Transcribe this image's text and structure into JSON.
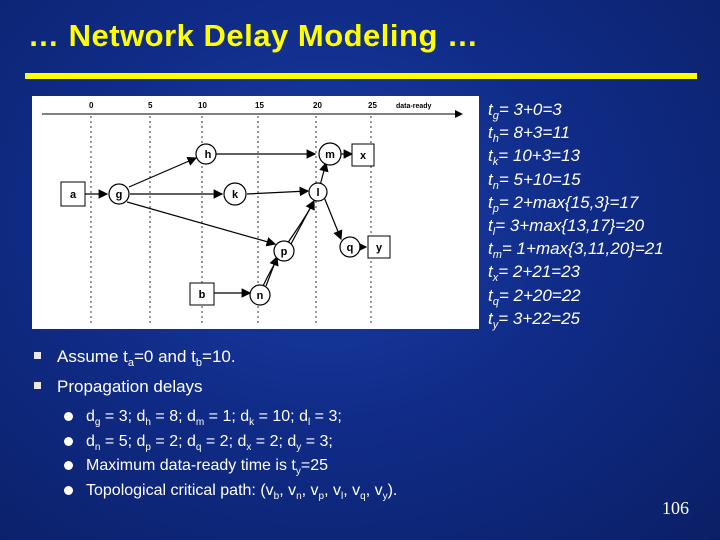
{
  "slide": {
    "title": "… Network Delay Modeling …",
    "page_number": "106"
  },
  "diagram": {
    "axis_ticks": [
      "0",
      "5",
      "10",
      "15",
      "20",
      "25"
    ],
    "axis_label": "data-ready",
    "nodes": {
      "a": "a",
      "b": "b",
      "g": "g",
      "h": "h",
      "k": "k",
      "n": "n",
      "p": "p",
      "l": "l",
      "m": "m",
      "x": "x",
      "q": "q",
      "y": "y"
    }
  },
  "equations": [
    {
      "var": "t",
      "sub": "g",
      "expr": "= 3+0=3"
    },
    {
      "var": "t",
      "sub": "h",
      "expr": "= 8+3=11"
    },
    {
      "var": "t",
      "sub": "k",
      "expr": "= 10+3=13"
    },
    {
      "var": "t",
      "sub": "n",
      "expr": "= 5+10=15"
    },
    {
      "var": "t",
      "sub": "p",
      "expr": "= 2+max{15,3}=17"
    },
    {
      "var": "t",
      "sub": "l",
      "expr": "= 3+max{13,17}=20"
    },
    {
      "var": "t",
      "sub": "m",
      "expr": "= 1+max{3,11,20}=21"
    },
    {
      "var": "t",
      "sub": "x",
      "expr": "= 2+21=23"
    },
    {
      "var": "t",
      "sub": "q",
      "expr": "= 2+20=22"
    },
    {
      "var": "t",
      "sub": "y",
      "expr": "= 3+22=25"
    }
  ],
  "bullets": {
    "assume": {
      "p1": "Assume t",
      "s1": "a",
      "p2": "=0 and t",
      "s2": "b",
      "p3": "=10."
    },
    "propagation": "Propagation delays",
    "delays_1": {
      "p1": "d",
      "s1": "g",
      "p2": " = 3; d",
      "s2": "h",
      "p3": " = 8; d",
      "s3": "m",
      "p4": " = 1; d",
      "s4": "k",
      "p5": " = 10; d",
      "s5": "l",
      "p6": " = 3;"
    },
    "delays_2": {
      "p1": "d",
      "s1": "n",
      "p2": " = 5; d",
      "s2": "p",
      "p3": " = 2; d",
      "s3": "q",
      "p4": " = 2; d",
      "s4": "x",
      "p5": " = 2; d",
      "s5": "y",
      "p6": " = 3;"
    },
    "max_time": {
      "p1": "Maximum data-ready time is t",
      "s1": "y",
      "p2": "=25"
    },
    "critical_path": {
      "p1": "Topological critical path: (v",
      "s1": "b",
      "p2": ", v",
      "s2": "n",
      "p3": ", v",
      "s3": "p",
      "p4": ", v",
      "s4": "l",
      "p5": ", v",
      "s5": "q",
      "p6": ", v",
      "s6": "y",
      "p7": ")."
    }
  }
}
